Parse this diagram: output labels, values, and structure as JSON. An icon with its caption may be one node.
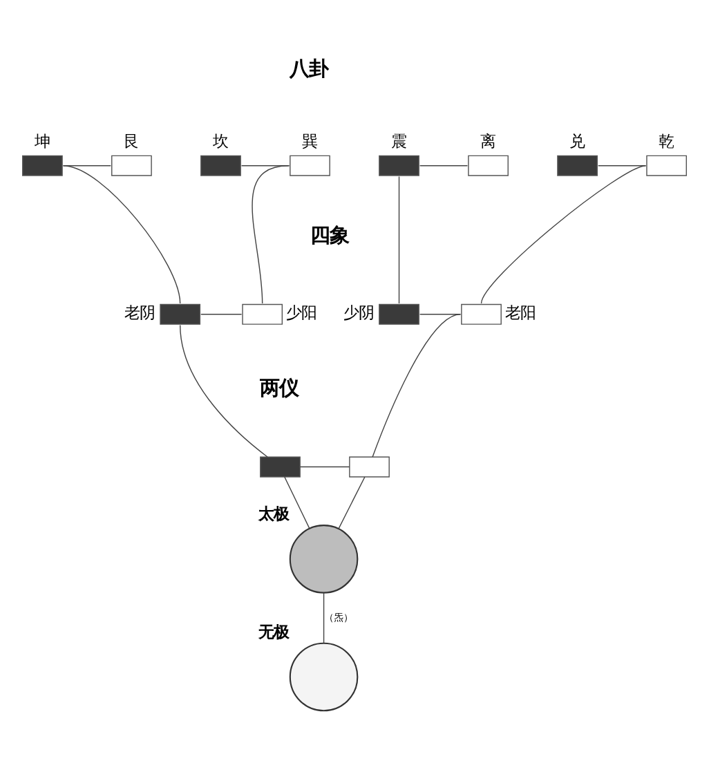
{
  "diagram": {
    "nodes": [
      {
        "text": [
          "坤"
        ]
      },
      {
        "text": [
          "艮"
        ]
      },
      {
        "text": [
          "坎"
        ]
      },
      {
        "text": [
          "巽"
        ]
      },
      {
        "text": [
          "震"
        ]
      },
      {
        "text": [
          "离"
        ]
      },
      {
        "text": [
          "兑"
        ]
      },
      {
        "text": [
          "乾"
        ]
      },
      {
        "text": [
          "老阴"
        ]
      },
      {
        "text": [
          "少阳"
        ]
      },
      {
        "text": [
          "少阴"
        ]
      },
      {
        "text": [
          "老阳"
        ]
      },
      {
        "text": [],
        "shape": "box"
      },
      {
        "text": [],
        "shape": "box"
      },
      {
        "text": [
          "太极"
        ]
      },
      {
        "text": [
          "无极"
        ]
      }
    ],
    "edges": [
      {
        "from": 0,
        "to": 1,
        "arrow": "none"
      },
      {
        "from": 2,
        "to": 3,
        "arrow": "none"
      },
      {
        "from": 4,
        "to": 5,
        "arrow": "none"
      },
      {
        "from": 6,
        "to": 7,
        "arrow": "none"
      },
      {
        "from": 0,
        "to": 8,
        "arrow": "none"
      },
      {
        "from": 3,
        "to": 9,
        "arrow": "none"
      },
      {
        "from": 4,
        "to": 10,
        "arrow": "none"
      },
      {
        "from": 7,
        "to": 11,
        "arrow": "none"
      },
      {
        "from": 8,
        "to": 9,
        "arrow": "none"
      },
      {
        "from": 10,
        "to": 11,
        "arrow": "none"
      },
      {
        "from": 8,
        "to": 12,
        "arrow": "none"
      },
      {
        "from": 11,
        "to": 13,
        "arrow": "none"
      },
      {
        "from": 12,
        "to": 13,
        "arrow": "none"
      },
      {
        "from": 12,
        "to": 14,
        "arrow": "none"
      },
      {
        "from": 13,
        "to": 14,
        "arrow": "none"
      },
      {
        "from": 14,
        "to": 15,
        "label": "（炁）",
        "arrow": "none"
      }
    ],
    "labels": [
      "八卦",
      "四象",
      "两仪"
    ]
  }
}
